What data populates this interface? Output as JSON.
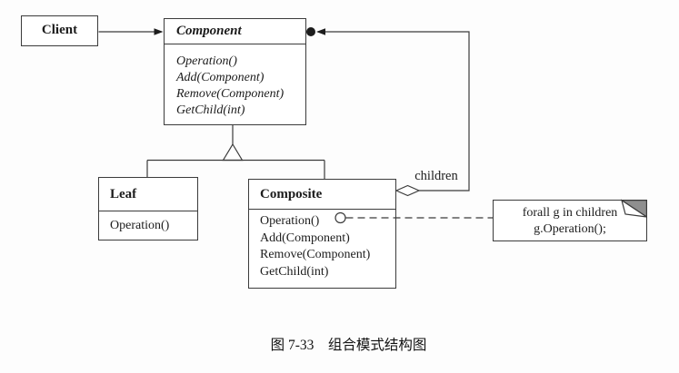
{
  "caption": "图 7-33　组合模式结构图",
  "classes": {
    "client": {
      "title": "Client"
    },
    "component": {
      "title": "Component",
      "methods": [
        "Operation()",
        "Add(Component)",
        "Remove(Component)",
        "GetChild(int)"
      ]
    },
    "leaf": {
      "title": "Leaf",
      "methods": [
        "Operation()"
      ]
    },
    "composite": {
      "title": "Composite",
      "methods": [
        "Operation()",
        "Add(Component)",
        "Remove(Component)",
        "GetChild(int)"
      ]
    }
  },
  "labels": {
    "children": "children"
  },
  "note": {
    "lines": [
      "forall g in children",
      "g.Operation();"
    ]
  },
  "colors": {
    "line": "#3b3b3b",
    "note_fold": "#8f8f8f",
    "background": "#fdfdfd",
    "text": "#1c1c1c"
  }
}
